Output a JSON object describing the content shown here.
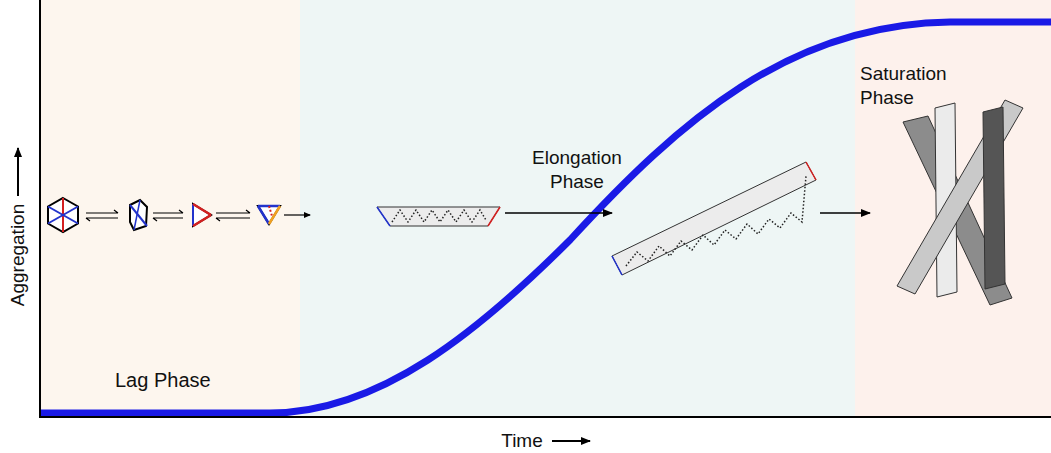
{
  "diagram": {
    "nodes": [
      {
        "text": [
          "Lag Phase"
        ]
      },
      {
        "text": [
          "Elongation Phase"
        ]
      },
      {
        "text": [
          "Saturation Phase"
        ]
      }
    ],
    "labels": [
      "Aggregation",
      "Time"
    ]
  }
}
